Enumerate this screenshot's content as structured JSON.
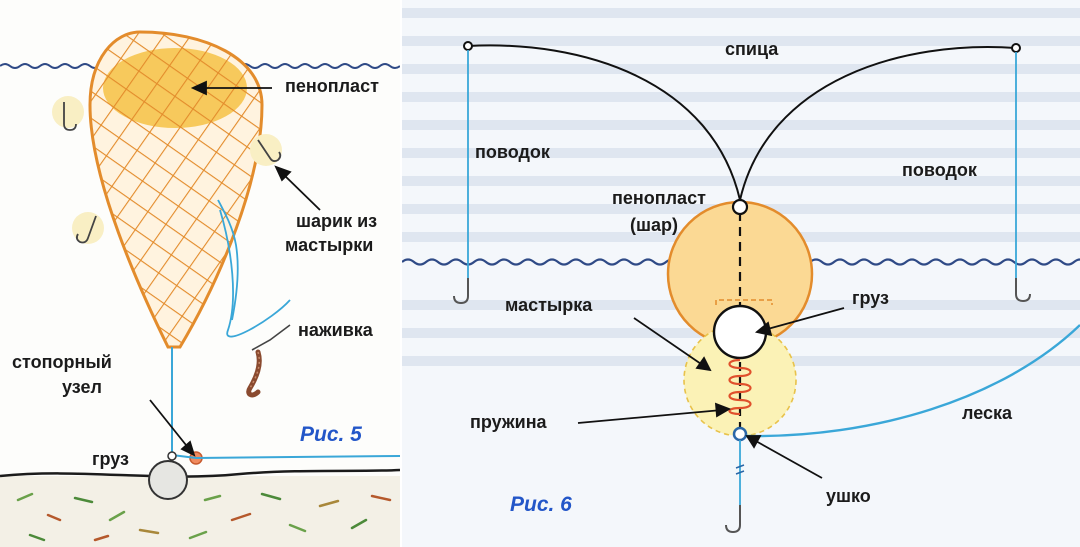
{
  "figure5": {
    "caption": "Рис. 5",
    "labels": {
      "foam": "пенопласт",
      "ball_line1": "шарик из",
      "ball_line2": "мастырки",
      "bait": "наживка",
      "stop_knot_line1": "стопорный",
      "stop_knot_line2": "узел",
      "weight": "груз"
    }
  },
  "figure6": {
    "caption": "Рис. 6",
    "labels": {
      "spoke": "спица",
      "leader_left": "поводок",
      "leader_right": "поводок",
      "foam_line1": "пенопласт",
      "foam_line2": "(шар)",
      "weight": "груз",
      "mastyrka": "мастырка",
      "spring": "пружина",
      "line": "леска",
      "eyelet": "ушко"
    }
  },
  "colors": {
    "water": "#2f4a86",
    "net": "#e38c2c",
    "foam": "#f7c95c",
    "line": "#3aa7d8",
    "caption": "#2356c8",
    "spring": "#e0502c"
  }
}
